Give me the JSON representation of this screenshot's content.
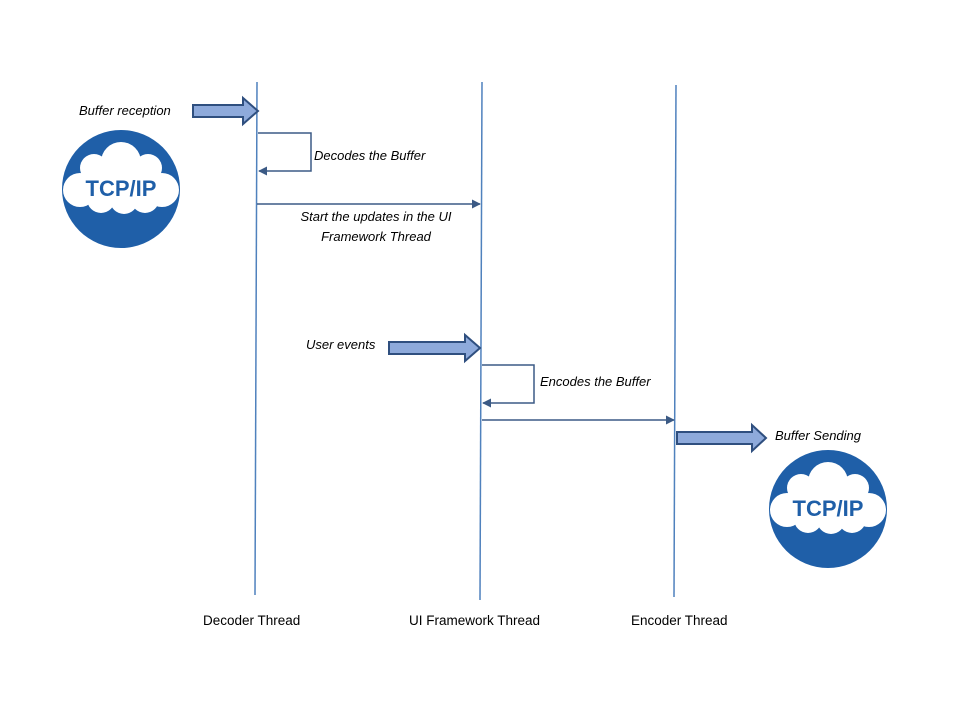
{
  "threads": [
    {
      "label": "Decoder Thread"
    },
    {
      "label": "UI Framework Thread"
    },
    {
      "label": "Encoder Thread"
    }
  ],
  "messages": {
    "buffer_reception": "Buffer reception",
    "decodes": "Decodes the Buffer",
    "start_updates": "Start the updates in the UI Framework Thread",
    "user_events": "User events",
    "encodes": "Encodes the Buffer",
    "buffer_sending": "Buffer Sending"
  },
  "badges": {
    "left": "TCP/IP",
    "right": "TCP/IP"
  },
  "colors": {
    "lifeline": "#4f81bd",
    "arrow": "#3b5a85",
    "block_arrow_fill": "#8eaadb",
    "block_arrow_stroke": "#2f4f7f",
    "badge": "#1f5fa8",
    "badge_text": "#1f5fa8"
  },
  "icons": [
    "cloud-icon",
    "cloud-icon"
  ]
}
